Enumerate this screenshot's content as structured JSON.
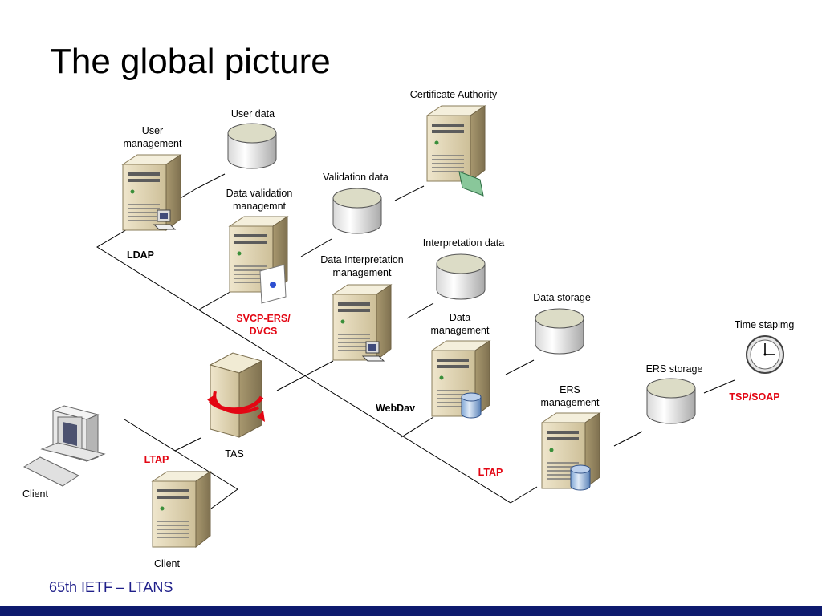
{
  "slide": {
    "title": "The global picture",
    "footer": "65th IETF – LTANS"
  },
  "nodes": {
    "user_management": "User\nmanagement",
    "user_data": "User data",
    "certificate_authority": "Certificate Authority",
    "validation_data": "Validation data",
    "data_validation_management": "Data validation\nmanagemnt",
    "interpretation_data": "Interpretation data",
    "data_interpretation_management": "Data Interpretation\nmanagement",
    "data_storage": "Data storage",
    "data_management": "Data\nmanagement",
    "time_stamping": "Time stapimg",
    "ers_storage": "ERS storage",
    "ers_management": "ERS\nmanagement",
    "tas": "TAS",
    "client_desktop": "Client",
    "client_server": "Client"
  },
  "protocols": {
    "ldap": "LDAP",
    "svcp": "SVCP-ERS/\nDVCS",
    "webdav": "WebDav",
    "ltap_left": "LTAP",
    "ltap_right": "LTAP",
    "tsp": "TSP/SOAP"
  },
  "colors": {
    "protocol_red": "#e30613",
    "footer_blue": "#1f1f8a",
    "bar": "#0e1a6e"
  }
}
